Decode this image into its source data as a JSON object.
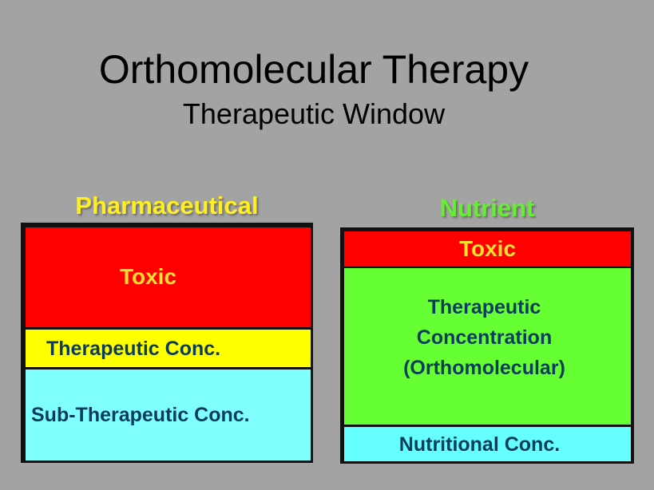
{
  "title": "Orthomolecular Therapy",
  "subtitle": "Therapeutic Window",
  "pharmaceutical": {
    "heading": "Pharmaceutical",
    "bands": [
      "Toxic",
      "Therapeutic Conc.",
      "Sub-Therapeutic Conc."
    ]
  },
  "nutrient": {
    "heading": "Nutrient",
    "bands": [
      "Toxic",
      "Therapeutic Concentration (Orthomolecular)",
      "Nutritional Conc."
    ],
    "therapeutic_lines": [
      "Therapeutic",
      "Concentration",
      "(Orthomolecular)"
    ]
  },
  "colors": {
    "toxic": "#ff0000",
    "therapeutic_pharm": "#ffff00",
    "therapeutic_nutr": "#66ff33",
    "sub": "#80ffff",
    "heading_pharm": "#ffee22",
    "heading_nutr": "#66ee33"
  }
}
